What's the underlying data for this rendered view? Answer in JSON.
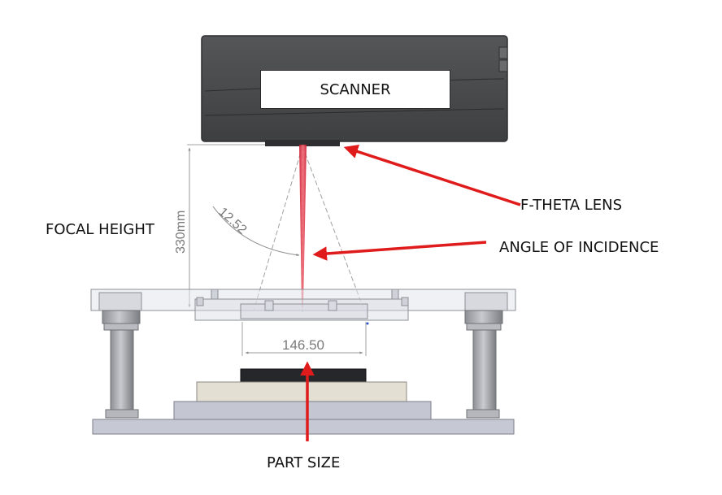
{
  "labels": {
    "scanner": "SCANNER",
    "f_theta_lens": "F-THETA LENS",
    "angle_of_incidence": "ANGLE OF INCIDENCE",
    "focal_height": "FOCAL HEIGHT",
    "part_size": "PART SIZE"
  },
  "dimensions": {
    "height": "330mm",
    "angle": "12.52",
    "width": "146.50"
  },
  "colors": {
    "arrow": "#e01b1b",
    "beam": "#e0323a",
    "scanner_body": "#4a4a4a",
    "frame": "#c9ccd3",
    "dimension_line": "#9a9a9a"
  }
}
